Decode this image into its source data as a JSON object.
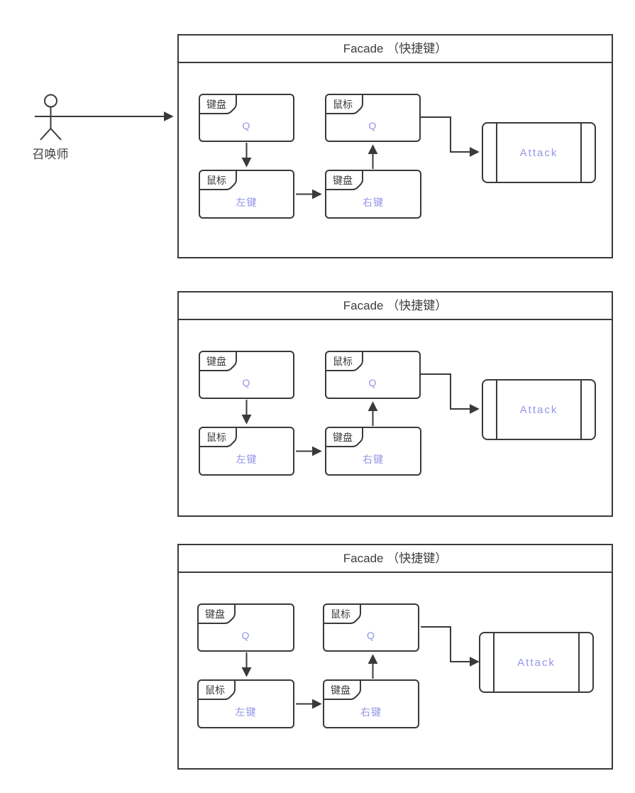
{
  "colors": {
    "line": "#3a3a3a",
    "accent": "#9394e8",
    "text": "#3d3d3d",
    "background": "#ffffff"
  },
  "actor": {
    "label": "召唤师"
  },
  "panels": [
    {
      "title": "Facade （快捷键）",
      "nodes": {
        "kb_q": {
          "tab": "键盘",
          "value": "Q"
        },
        "mouse_q": {
          "tab": "鼠标",
          "value": "Q"
        },
        "mouse_left": {
          "tab": "鼠标",
          "value": "左键"
        },
        "kb_right": {
          "tab": "键盘",
          "value": "右键"
        },
        "attack": {
          "label": "Attack"
        }
      }
    },
    {
      "title": "Facade （快捷键）",
      "nodes": {
        "kb_q": {
          "tab": "键盘",
          "value": "Q"
        },
        "mouse_q": {
          "tab": "鼠标",
          "value": "Q"
        },
        "mouse_left": {
          "tab": "鼠标",
          "value": "左键"
        },
        "kb_right": {
          "tab": "键盘",
          "value": "右键"
        },
        "attack": {
          "label": "Attack"
        }
      }
    },
    {
      "title": "Facade （快捷键）",
      "nodes": {
        "kb_q": {
          "tab": "键盘",
          "value": "Q"
        },
        "mouse_q": {
          "tab": "鼠标",
          "value": "Q"
        },
        "mouse_left": {
          "tab": "鼠标",
          "value": "左键"
        },
        "kb_right": {
          "tab": "键盘",
          "value": "右键"
        },
        "attack": {
          "label": "Attack"
        }
      }
    }
  ]
}
